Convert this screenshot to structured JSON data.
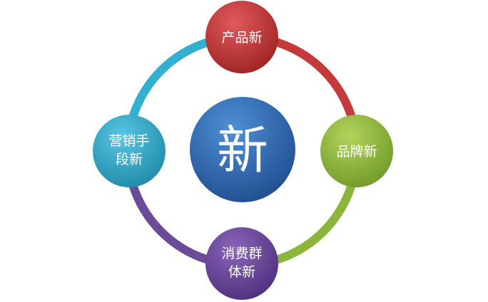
{
  "center": {
    "label": "新",
    "color": "#2f6bb3"
  },
  "nodes": [
    {
      "id": "top",
      "lines": [
        "产品新"
      ],
      "color": "#c0392b"
    },
    {
      "id": "right",
      "lines": [
        "品牌新"
      ],
      "color": "#8bb53a"
    },
    {
      "id": "bottom",
      "lines": [
        "消费群",
        "体新"
      ],
      "color": "#6b4a9a"
    },
    {
      "id": "left",
      "lines": [
        "营销手",
        "段新"
      ],
      "color": "#2ea9c9"
    }
  ],
  "ring_arcs": [
    {
      "from": "top",
      "to": "right",
      "color": "#c43a3a"
    },
    {
      "from": "right",
      "to": "bottom",
      "color": "#8cb63b"
    },
    {
      "from": "bottom",
      "to": "left",
      "color": "#6a4b99"
    },
    {
      "from": "left",
      "to": "top",
      "color": "#33b0cf"
    }
  ]
}
